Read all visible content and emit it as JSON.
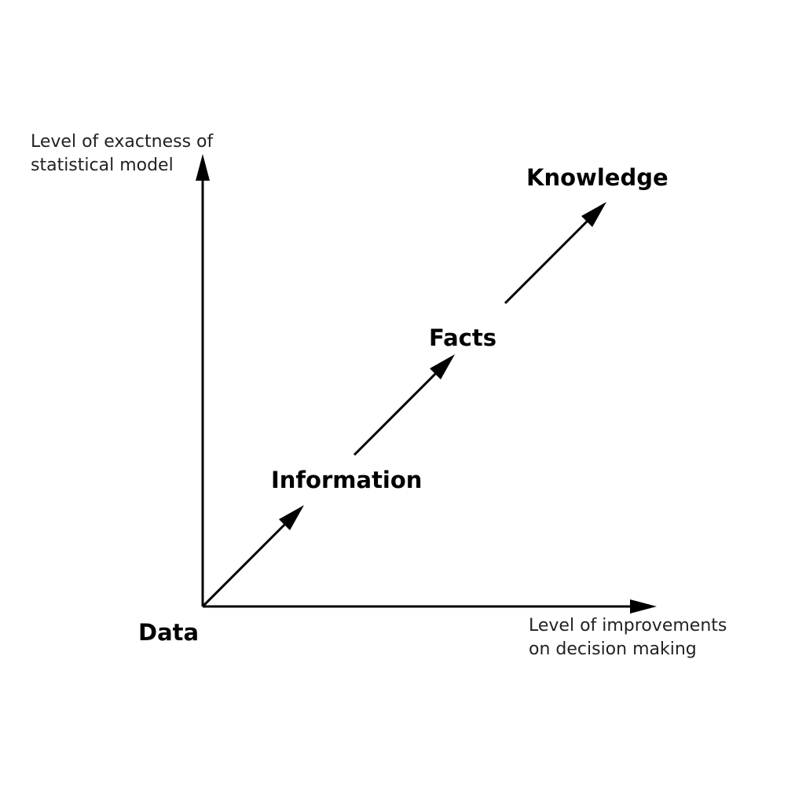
{
  "axes": {
    "y_title_line1": "Level of exactness of",
    "y_title_line2": "statistical model",
    "x_title_line1": "Level of improvements",
    "x_title_line2": "on decision making"
  },
  "stages": {
    "data": "Data",
    "information": "Information",
    "facts": "Facts",
    "knowledge": "Knowledge"
  },
  "colors": {
    "line": "#000000",
    "text": "#000000",
    "axis_text": "#222222",
    "background": "#ffffff"
  }
}
